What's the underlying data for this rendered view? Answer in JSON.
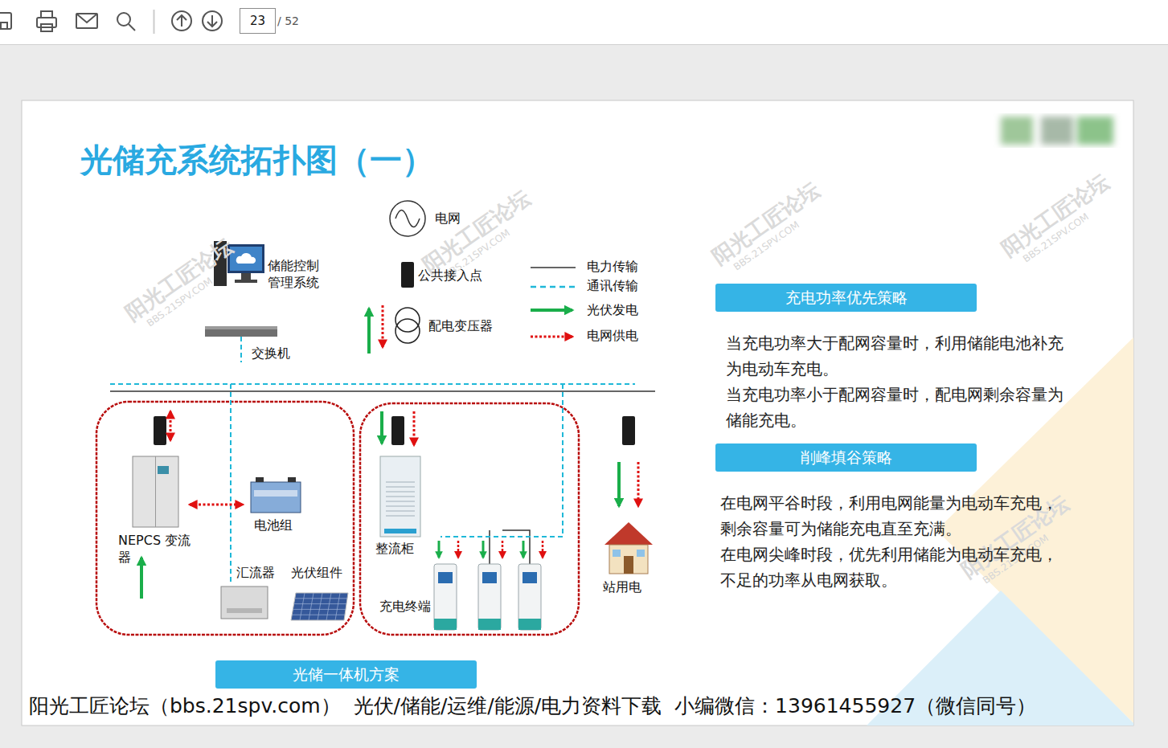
{
  "diagram": {
    "title": "光储充系统拓扑图（一）",
    "nodes": [
      {
        "text": [
          "23"
        ]
      },
      {
        "text": [
          "电网"
        ]
      },
      {
        "text": [
          "公共接入点"
        ]
      },
      {
        "text": [
          "配电变压器"
        ]
      },
      {
        "text": [
          "储能控制管理系统"
        ]
      },
      {
        "text": [
          "交换机"
        ]
      },
      {
        "text": [
          "NEPCS 变流器"
        ]
      },
      {
        "text": [
          "电池组"
        ]
      },
      {
        "text": [
          "汇流器"
        ]
      },
      {
        "text": [
          "光伏组件"
        ]
      },
      {
        "text": [
          "整流柜"
        ]
      },
      {
        "text": [
          "充电终端"
        ]
      },
      {
        "text": [
          "站用电"
        ]
      },
      {
        "text": [
          "充电功率优先策略"
        ]
      },
      {
        "text": [
          "削峰填谷策略"
        ]
      },
      {
        "text": [
          "光储一体机方案"
        ]
      }
    ],
    "edges": [
      {
        "from": 1,
        "to": 2,
        "arrow": "none"
      },
      {
        "from": 2,
        "to": 3,
        "arrow": "none"
      },
      {
        "from": 3,
        "to": 6,
        "arrow": "none"
      },
      {
        "from": 3,
        "to": 10,
        "arrow": "none"
      },
      {
        "from": 3,
        "to": 12,
        "arrow": "none"
      },
      {
        "from": 6,
        "to": 7,
        "arrow": "both"
      },
      {
        "from": 6,
        "to": 8,
        "arrow": "none"
      },
      {
        "from": 8,
        "to": 9,
        "arrow": "none"
      },
      {
        "from": 10,
        "to": 11,
        "arrow": "none"
      },
      {
        "from": 4,
        "to": 5,
        "arrow": "none"
      },
      {
        "from": 5,
        "to": 6,
        "arrow": "none"
      },
      {
        "from": 5,
        "to": 10,
        "arrow": "none"
      }
    ],
    "labels": [
      "/ 52",
      "阳光工匠论坛",
      "BBS.21SPV.COM",
      "阳光工匠论坛",
      "BBS.21SPV.COM",
      "阳光工匠论坛",
      "BBS.21SPV.COM",
      "阳光工匠论坛",
      "BBS.21SPV.COM",
      "阳光工匠论坛",
      "BBS.21SPV.COM",
      "当充电功率大于配网容量时，利用储能电池补充为电动车充电。",
      "当充电功率小于配网容量时，配电网剩余容量为储能充电。",
      "在电网平谷时段，利用电网能量为电动车充电，剩余容量可为储能充电直至充满。",
      "在电网尖峰时段，优先利用储能为电动车充电，不足的功率从电网获取。",
      "阳光工匠论坛（bbs.21spv.com）  光伏/储能/运维/能源/电力资料下载  小编微信：13961455927（微信同号）"
    ],
    "legend": [
      {
        "text": "电力传输"
      },
      {
        "text": "通讯传输"
      },
      {
        "text": "光伏发电"
      },
      {
        "text": "电网供电"
      }
    ]
  }
}
